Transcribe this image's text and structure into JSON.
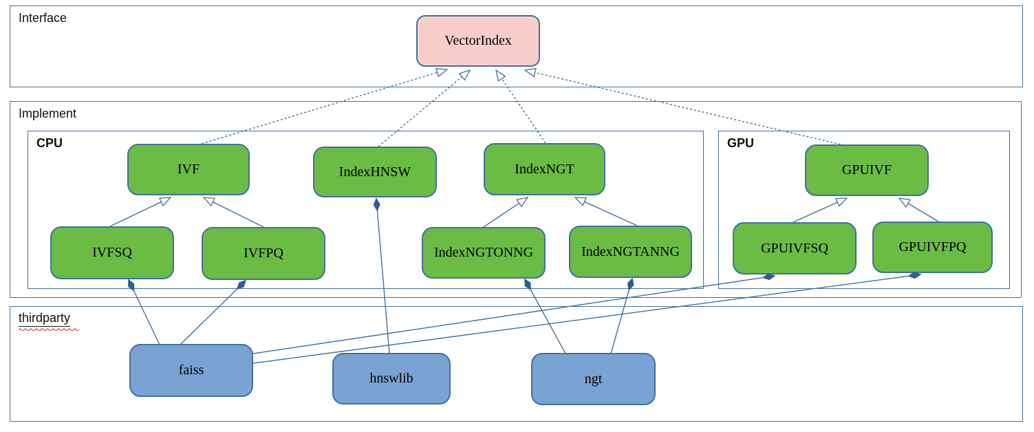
{
  "diagram": {
    "type": "uml-class-diagram",
    "containers": {
      "interface": {
        "label": "Interface"
      },
      "implement": {
        "label": "Implement"
      },
      "cpu": {
        "label": "CPU"
      },
      "gpu": {
        "label": "GPU"
      },
      "thirdparty": {
        "label": "thirdparty",
        "spellcheck_squiggle": true,
        "underlined": true
      }
    },
    "nodes": {
      "vectorindex": {
        "label": "VectorIndex",
        "kind": "interface",
        "group": "Interface"
      },
      "ivf": {
        "label": "IVF",
        "kind": "class",
        "group": "Implement/CPU"
      },
      "indexhnsw": {
        "label": "IndexHNSW",
        "kind": "class",
        "group": "Implement/CPU"
      },
      "indexngt": {
        "label": "IndexNGT",
        "kind": "class",
        "group": "Implement/CPU"
      },
      "ivfsq": {
        "label": "IVFSQ",
        "kind": "class",
        "group": "Implement/CPU"
      },
      "ivfpq": {
        "label": "IVFPQ",
        "kind": "class",
        "group": "Implement/CPU"
      },
      "indexngtonng": {
        "label": "IndexNGTONNG",
        "kind": "class",
        "group": "Implement/CPU"
      },
      "indexngtanng": {
        "label": "IndexNGTANNG",
        "kind": "class",
        "group": "Implement/CPU"
      },
      "gpuivf": {
        "label": "GPUIVF",
        "kind": "class",
        "group": "Implement/GPU"
      },
      "gpuivfsq": {
        "label": "GPUIVFSQ",
        "kind": "class",
        "group": "Implement/GPU"
      },
      "gpuivfpq": {
        "label": "GPUIVFPQ",
        "kind": "class",
        "group": "Implement/GPU"
      },
      "faiss": {
        "label": "faiss",
        "kind": "thirdparty-lib",
        "group": "thirdparty"
      },
      "hnswlib": {
        "label": "hnswlib",
        "kind": "thirdparty-lib",
        "group": "thirdparty"
      },
      "ngt": {
        "label": "ngt",
        "kind": "thirdparty-lib",
        "group": "thirdparty"
      }
    },
    "relationships": [
      {
        "from": "IVF",
        "to": "VectorIndex",
        "type": "realization",
        "style": "dashed, hollow arrowhead at VectorIndex"
      },
      {
        "from": "IndexHNSW",
        "to": "VectorIndex",
        "type": "realization",
        "style": "dashed, hollow arrowhead at VectorIndex"
      },
      {
        "from": "IndexNGT",
        "to": "VectorIndex",
        "type": "realization",
        "style": "dashed, hollow arrowhead at VectorIndex"
      },
      {
        "from": "GPUIVF",
        "to": "VectorIndex",
        "type": "realization",
        "style": "dashed, hollow arrowhead at VectorIndex"
      },
      {
        "from": "IVFSQ",
        "to": "IVF",
        "type": "generalization",
        "style": "solid, hollow arrowhead at IVF"
      },
      {
        "from": "IVFPQ",
        "to": "IVF",
        "type": "generalization",
        "style": "solid, hollow arrowhead at IVF"
      },
      {
        "from": "IndexNGTONNG",
        "to": "IndexNGT",
        "type": "generalization",
        "style": "solid, hollow arrowhead at IndexNGT"
      },
      {
        "from": "IndexNGTANNG",
        "to": "IndexNGT",
        "type": "generalization",
        "style": "solid, hollow arrowhead at IndexNGT"
      },
      {
        "from": "GPUIVFSQ",
        "to": "GPUIVF",
        "type": "generalization",
        "style": "solid, hollow arrowhead at GPUIVF"
      },
      {
        "from": "GPUIVFPQ",
        "to": "GPUIVF",
        "type": "generalization",
        "style": "solid, hollow arrowhead at GPUIVF"
      },
      {
        "from": "faiss",
        "to": "IVFSQ",
        "type": "composition",
        "style": "solid, filled diamond at IVFSQ"
      },
      {
        "from": "faiss",
        "to": "IVFPQ",
        "type": "composition",
        "style": "solid, filled diamond at IVFPQ"
      },
      {
        "from": "faiss",
        "to": "GPUIVFSQ",
        "type": "composition",
        "style": "solid, filled diamond at GPUIVFSQ"
      },
      {
        "from": "faiss",
        "to": "GPUIVFPQ",
        "type": "composition",
        "style": "solid, filled diamond at GPUIVFPQ"
      },
      {
        "from": "hnswlib",
        "to": "IndexHNSW",
        "type": "composition",
        "style": "solid, filled diamond at IndexHNSW"
      },
      {
        "from": "ngt",
        "to": "IndexNGTONNG",
        "type": "composition",
        "style": "solid, filled diamond at IndexNGTONNG"
      },
      {
        "from": "ngt",
        "to": "IndexNGTANNG",
        "type": "composition",
        "style": "solid, filled diamond at IndexNGTANNG"
      }
    ],
    "colors": {
      "interface_fill": "#f8cecc",
      "class_fill": "#6abc45",
      "thirdparty_fill": "#7aa2d2",
      "line": "#41719c",
      "container_border": "#41719c",
      "diamond_fill": "#2e5f96",
      "squiggle": "#cc2222",
      "text": "#111111"
    }
  }
}
